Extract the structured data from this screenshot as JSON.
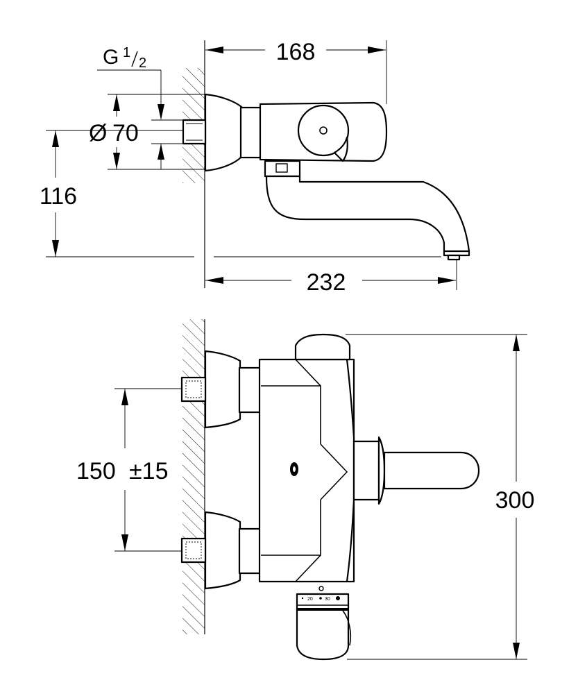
{
  "top_view": {
    "dim_width_top": "168",
    "dim_thread": "G",
    "dim_thread_num": "1",
    "dim_thread_den": "2",
    "dim_diameter_symbol": "Ø",
    "dim_diameter_value": "70",
    "dim_height": "116",
    "dim_width_bottom": "232"
  },
  "front_view": {
    "dim_spacing": "150",
    "dim_tolerance": "±15",
    "dim_height": "300",
    "scale_label_a": "20",
    "scale_label_b": "30"
  }
}
